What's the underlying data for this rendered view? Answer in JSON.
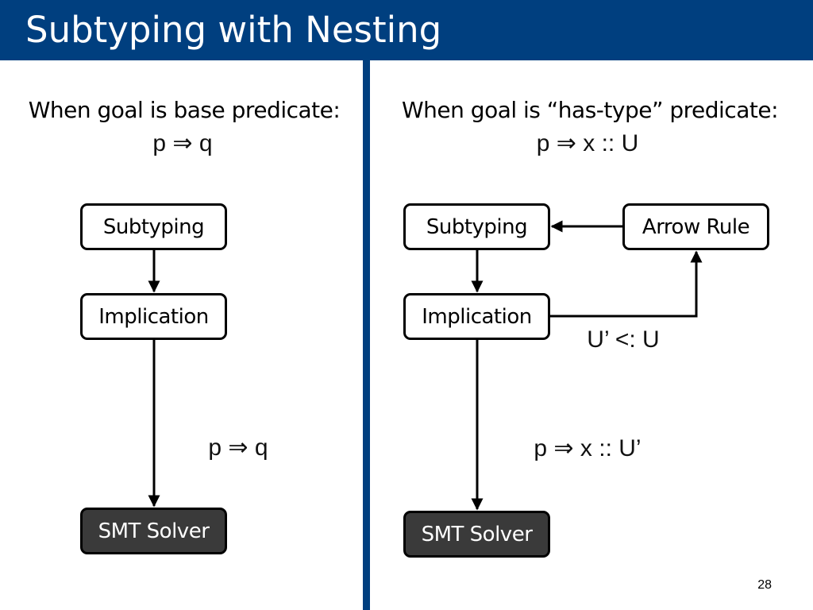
{
  "slide": {
    "title": "Subtyping with Nesting",
    "page_number": "28"
  },
  "colors": {
    "accent": "#003f7f",
    "dark_box": "#3a3a3a"
  },
  "left": {
    "heading": "When goal is base predicate:",
    "formula": "p ⇒ q",
    "boxes": {
      "subtyping": "Subtyping",
      "implication": "Implication",
      "smt": "SMT Solver"
    },
    "edge_label": "p ⇒ q"
  },
  "right": {
    "heading": "When goal is “has-type” predicate:",
    "formula": "p ⇒ x :: U",
    "boxes": {
      "subtyping": "Subtyping",
      "arrow_rule": "Arrow Rule",
      "implication": "Implication",
      "smt": "SMT Solver"
    },
    "loop_label": "U’ <: U",
    "edge_label": "p ⇒ x :: U’"
  }
}
